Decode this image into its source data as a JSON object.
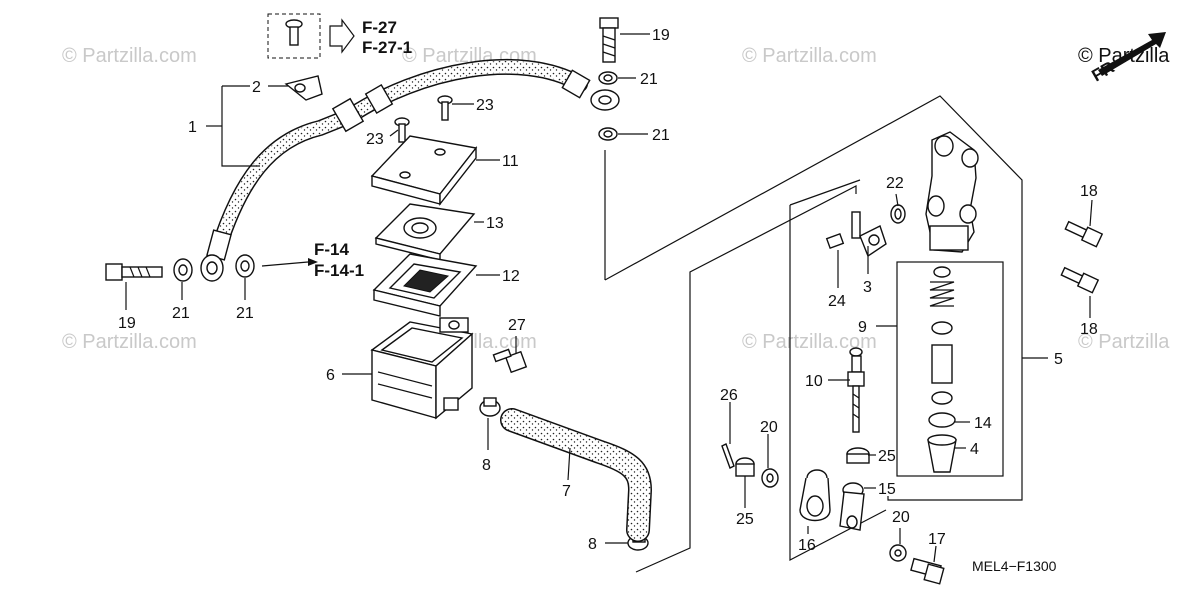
{
  "diagram": {
    "code": "MEL4−F1300",
    "front_label": "FR",
    "references": [
      "F-27",
      "F-27-1",
      "F-14",
      "F-14-1"
    ],
    "watermarks": [
      "© Partzilla.com",
      "© Partzilla.com",
      "© Partzilla.com",
      "© Partzilla",
      "© Partzilla.com",
      "© Partzilla.com",
      "© Partzilla.com",
      "© Partzilla"
    ],
    "callouts": {
      "c1": "1",
      "c2": "2",
      "c3": "3",
      "c4": "4",
      "c5": "5",
      "c6": "6",
      "c7": "7",
      "c8a": "8",
      "c8b": "8",
      "c9": "9",
      "c10": "10",
      "c11": "11",
      "c12": "12",
      "c13": "13",
      "c14": "14",
      "c15": "15",
      "c16": "16",
      "c17": "17",
      "c18a": "18",
      "c18b": "18",
      "c19a": "19",
      "c19b": "19",
      "c20a": "20",
      "c20b": "20",
      "c21a": "21",
      "c21b": "21",
      "c21c": "21",
      "c21d": "21",
      "c22": "22",
      "c23a": "23",
      "c23b": "23",
      "c24": "24",
      "c25a": "25",
      "c25b": "25",
      "c26": "26",
      "c27": "27"
    }
  }
}
